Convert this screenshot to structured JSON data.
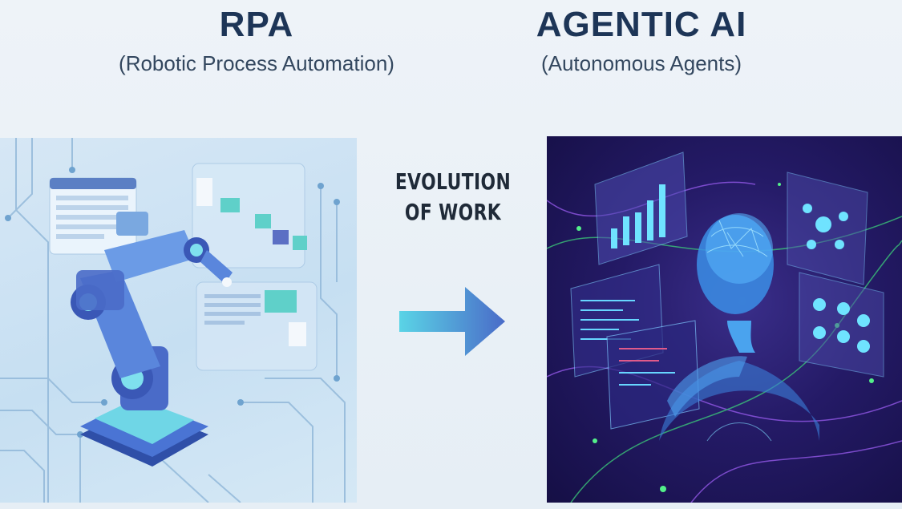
{
  "left": {
    "title": "RPA",
    "subtitle": "(Robotic Process Automation)",
    "illustration": "robotic-arm-icon"
  },
  "right": {
    "title": "AGENTIC AI",
    "subtitle": "(Autonomous Agents)",
    "illustration": "ai-head-icon"
  },
  "center": {
    "line1": "EVOLUTION",
    "line2": "OF WORK",
    "arrow": "arrow-right-icon"
  },
  "colors": {
    "title": "#1d3557",
    "rpa_panel": "#c6dff2",
    "ai_panel": "#241a66",
    "accent_cyan": "#4fd6e8",
    "accent_blue": "#4a6bc8"
  }
}
